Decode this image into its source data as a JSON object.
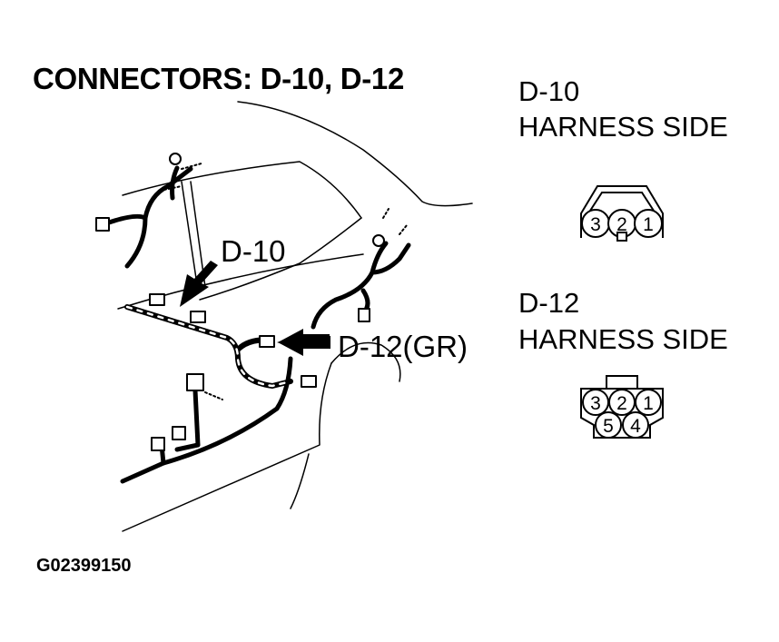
{
  "title": "CONNECTORS: D-10, D-12",
  "figure_id": "G02399150",
  "callouts": {
    "d10": "D-10",
    "d12": "D-12(GR)"
  },
  "connector_d10": {
    "name": "D-10",
    "side": "HARNESS SIDE",
    "pins": [
      "3",
      "2",
      "1"
    ]
  },
  "connector_d12": {
    "name": "D-12",
    "side": "HARNESS SIDE",
    "pins_top": [
      "3",
      "2",
      "1"
    ],
    "pins_bottom": [
      "5",
      "4"
    ]
  }
}
